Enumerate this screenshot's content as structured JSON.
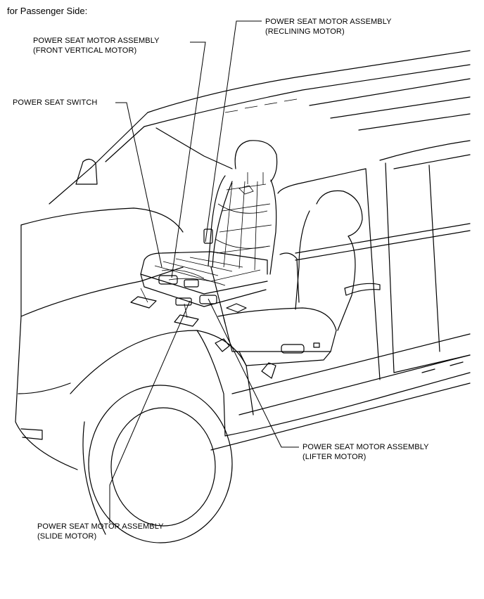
{
  "header": {
    "text": "for Passenger Side:"
  },
  "callouts": {
    "reclining_motor": {
      "line1": "POWER SEAT MOTOR ASSEMBLY",
      "line2": "(RECLINING MOTOR)"
    },
    "front_vertical_motor": {
      "line1": "POWER SEAT MOTOR ASSEMBLY",
      "line2": "(FRONT VERTICAL MOTOR)"
    },
    "power_seat_switch": {
      "line1": "POWER SEAT SWITCH"
    },
    "lifter_motor": {
      "line1": "POWER SEAT MOTOR ASSEMBLY",
      "line2": "(LIFTER MOTOR)"
    },
    "slide_motor": {
      "line1": "POWER SEAT MOTOR ASSEMBLY",
      "line2": "(SLIDE MOTOR)"
    }
  }
}
